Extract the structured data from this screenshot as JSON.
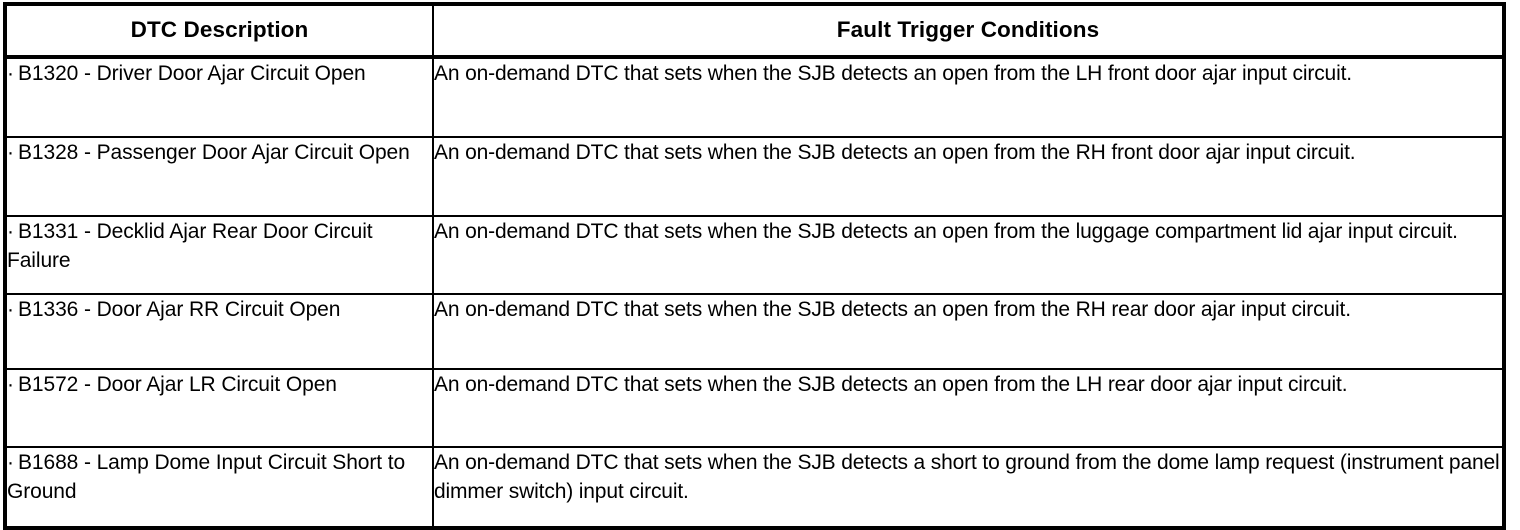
{
  "table": {
    "headers": [
      {
        "label": "DTC Description",
        "name": "header-dtc-description"
      },
      {
        "label": "Fault Trigger Conditions",
        "name": "header-fault-trigger-conditions"
      }
    ],
    "bullet": "·",
    "rows": [
      {
        "description": "B1320 - Driver Door Ajar Circuit Open",
        "condition": "An on-demand DTC that sets when the SJB detects an open from the LH front door ajar input circuit."
      },
      {
        "description": "B1328 - Passenger Door Ajar Circuit Open",
        "condition": "An on-demand DTC that sets when the SJB detects an open from the RH front door ajar input circuit."
      },
      {
        "description": "B1331 - Decklid Ajar Rear Door Circuit Failure",
        "condition": "An on-demand DTC that sets when the SJB detects an open from the luggage compartment lid ajar input circuit."
      },
      {
        "description": "B1336 - Door Ajar RR Circuit Open",
        "condition": "An on-demand DTC that sets when the SJB detects an open from the RH rear door ajar input circuit."
      },
      {
        "description": "B1572 - Door Ajar LR Circuit Open",
        "condition": "An on-demand DTC that sets when the SJB detects an open from the LH rear door ajar input circuit."
      },
      {
        "description": "B1688 - Lamp Dome Input Circuit Short to Ground",
        "condition": "An on-demand DTC that sets when the SJB detects a short to ground from the dome lamp request (instrument panel dimmer switch) input circuit."
      }
    ]
  },
  "colors": {
    "border": "#000000",
    "background": "#ffffff",
    "text": "#000000"
  }
}
